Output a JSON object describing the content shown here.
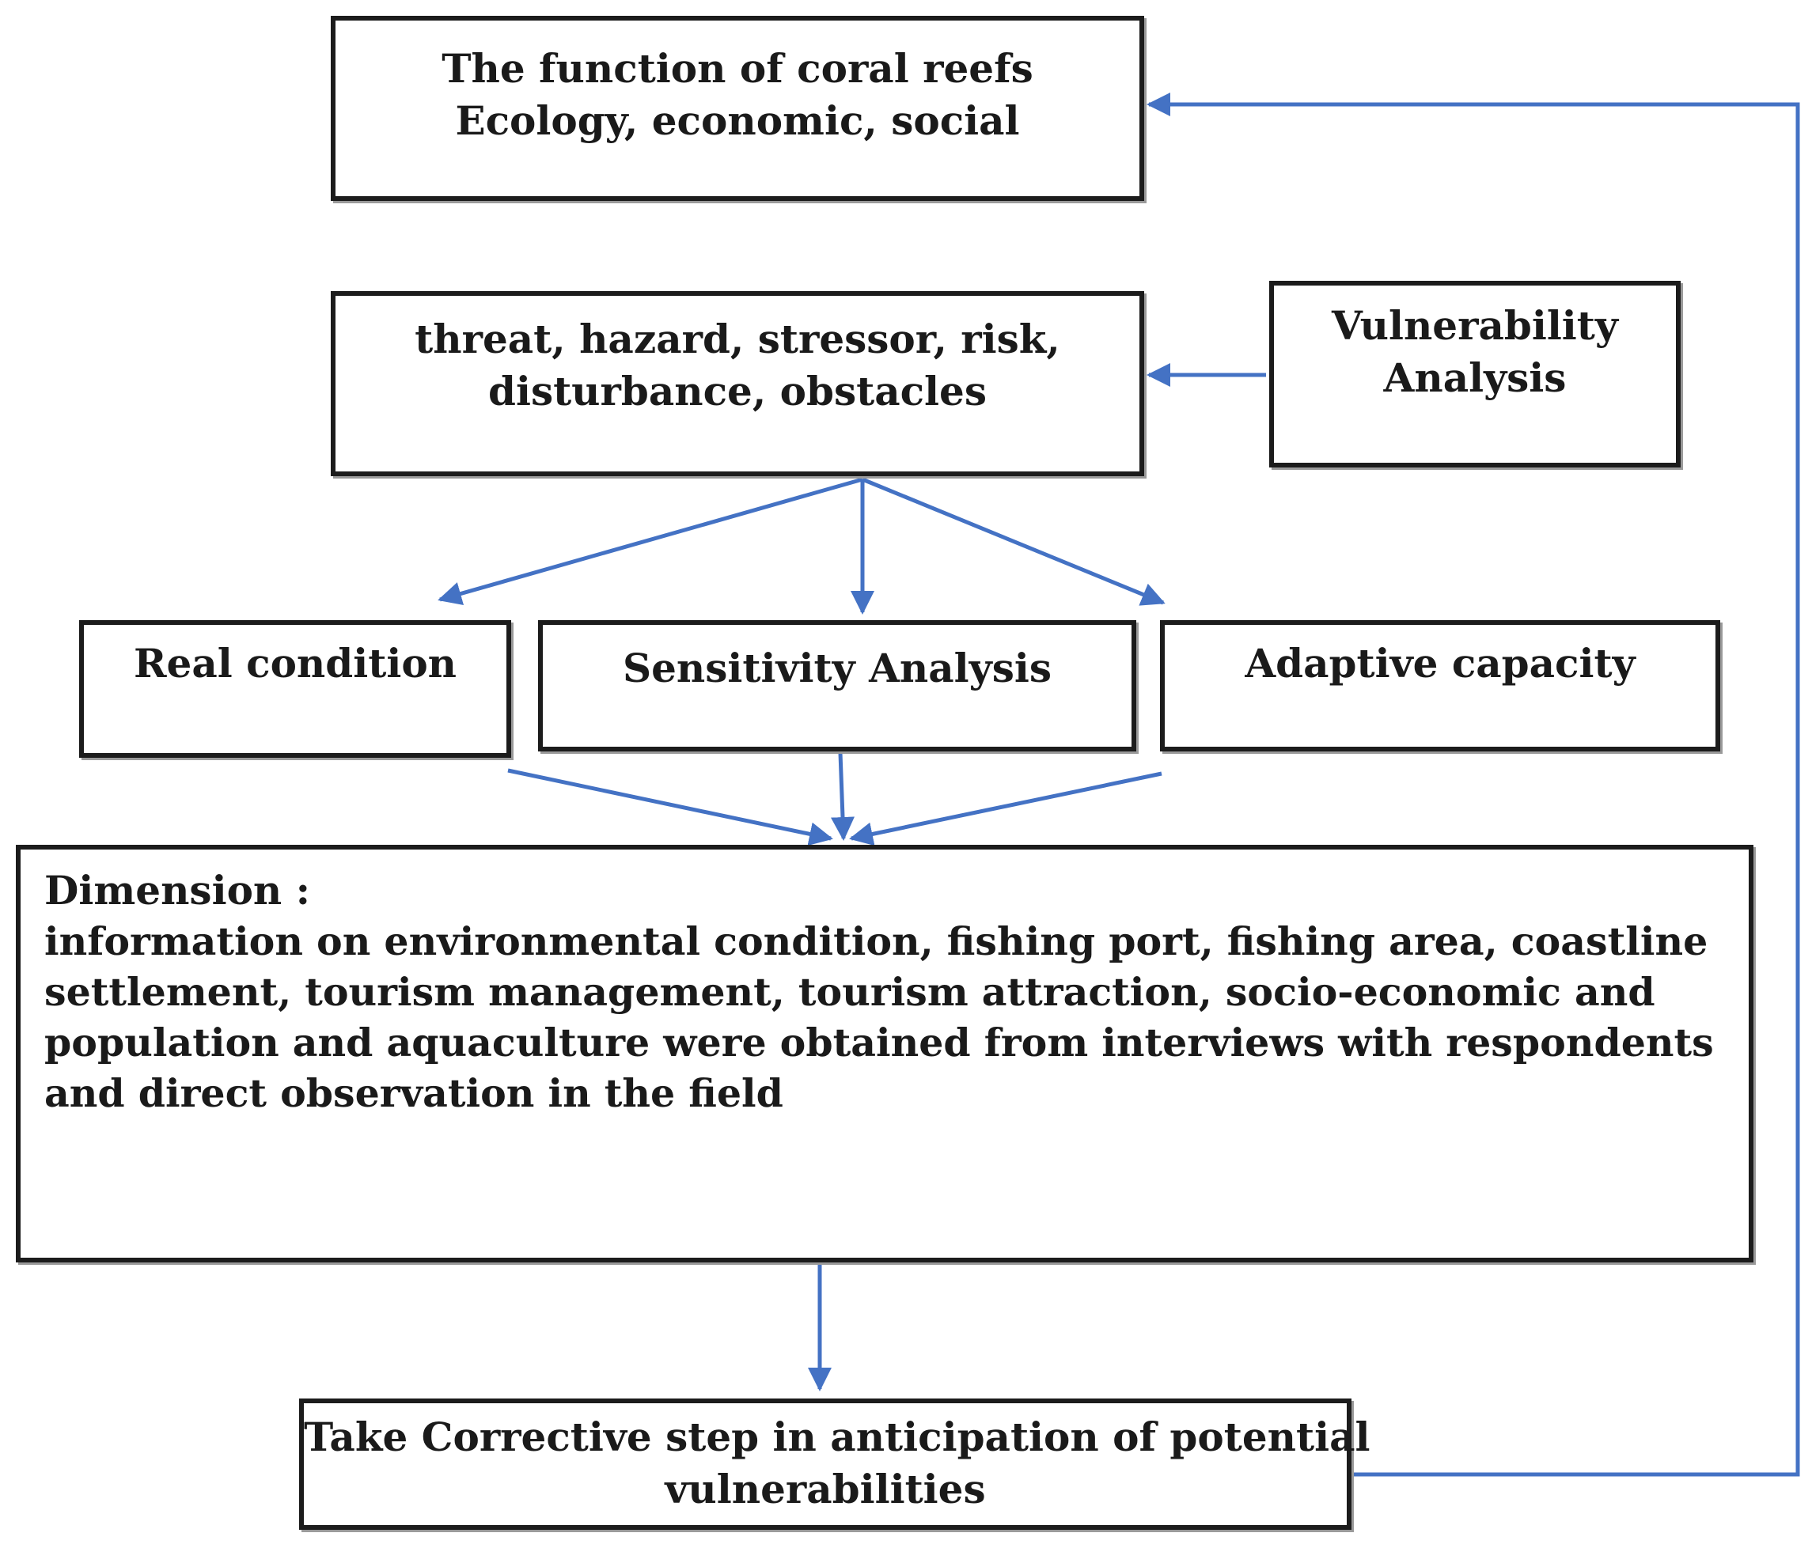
{
  "colors": {
    "arrow": "#4472c4",
    "border": "#1c1c1c"
  },
  "boxes": {
    "function": {
      "line1": "The function of coral reefs",
      "line2": "Ecology,  economic,  social"
    },
    "threat": {
      "line1": "threat, hazard, stressor, risk,",
      "line2": "disturbance, obstacles"
    },
    "vulnerability": {
      "line1": "Vulnerability",
      "line2": "Analysis"
    },
    "real_condition": {
      "label": "Real condition"
    },
    "sensitivity": {
      "label": "Sensitivity  Analysis"
    },
    "adaptive": {
      "label": "Adaptive capacity"
    },
    "dimension": {
      "title": "Dimension :",
      "body": "information on environmental condition, fishing port, fishing area, coastline settlement, tourism management, tourism attraction, socio-economic and population and aquaculture were obtained from interviews with respondents and direct observation in the field"
    },
    "corrective": {
      "line1": "Take Corrective step in anticipation of potential",
      "line2": "vulnerabilities"
    }
  }
}
